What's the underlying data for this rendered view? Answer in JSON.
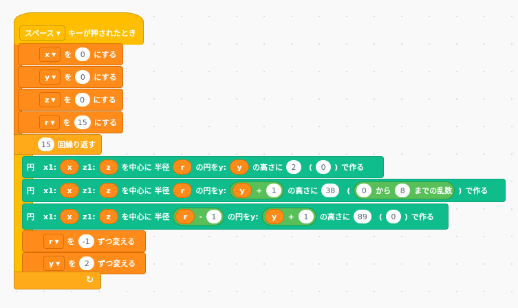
{
  "hat": {
    "dropdown": "スペース",
    "label": "キーが押されたとき"
  },
  "set_blocks": [
    {
      "variable": "x",
      "to": "を",
      "value": "0",
      "suffix": "にする"
    },
    {
      "variable": "y",
      "to": "を",
      "value": "0",
      "suffix": "にする"
    },
    {
      "variable": "z",
      "to": "を",
      "value": "0",
      "suffix": "にする"
    },
    {
      "variable": "r",
      "to": "を",
      "value": "15",
      "suffix": "にする"
    }
  ],
  "repeat": {
    "count": "15",
    "label": "回繰り返す"
  },
  "circle1": {
    "en": "円",
    "x_label": "x1:",
    "x": "x",
    "z_label": "z1:",
    "z": "z",
    "center": "を中心に 半径",
    "r": "r",
    "yl": "の円をy:",
    "y": "y",
    "height": "の高さに",
    "h": "2",
    "paren_open": "(",
    "depth": "0",
    "paren_close": ")",
    "make": "で作る"
  },
  "circle2": {
    "en": "円",
    "x_label": "x1:",
    "x": "x",
    "z_label": "z1:",
    "z": "z",
    "center": "を中心に 半径",
    "r": "r",
    "yl": "の円をy:",
    "y": "y",
    "plus": "+",
    "plus_val": "1",
    "height": "の高さに",
    "h": "38",
    "paren_open": "(",
    "rand_from": "0",
    "kara": "から",
    "rand_to": "8",
    "made": "までの乱数",
    "paren_close": ")",
    "make": "で作る"
  },
  "circle3": {
    "en": "円",
    "x_label": "x1:",
    "x": "x",
    "z_label": "z1:",
    "z": "z",
    "center": "を中心に 半径",
    "r": "r",
    "minus": "-",
    "minus_val": "1",
    "yl": "の円をy:",
    "y": "y",
    "plus": "+",
    "plus_val": "1",
    "height": "の高さに",
    "h": "89",
    "paren_open": "(",
    "depth": "0",
    "paren_close": ")",
    "make": "で作る"
  },
  "change_blocks": [
    {
      "variable": "r",
      "to": "を",
      "value": "-1",
      "suffix": "ずつ変える"
    },
    {
      "variable": "y",
      "to": "を",
      "value": "2",
      "suffix": "ずつ変える"
    }
  ],
  "loop_icon": "loop-arrow-icon",
  "colors": {
    "events": "#FFBF00",
    "control": "#FFAB19",
    "variables": "#FF8C1A",
    "extension": "#0FBD8C",
    "operators": "#59C059"
  }
}
